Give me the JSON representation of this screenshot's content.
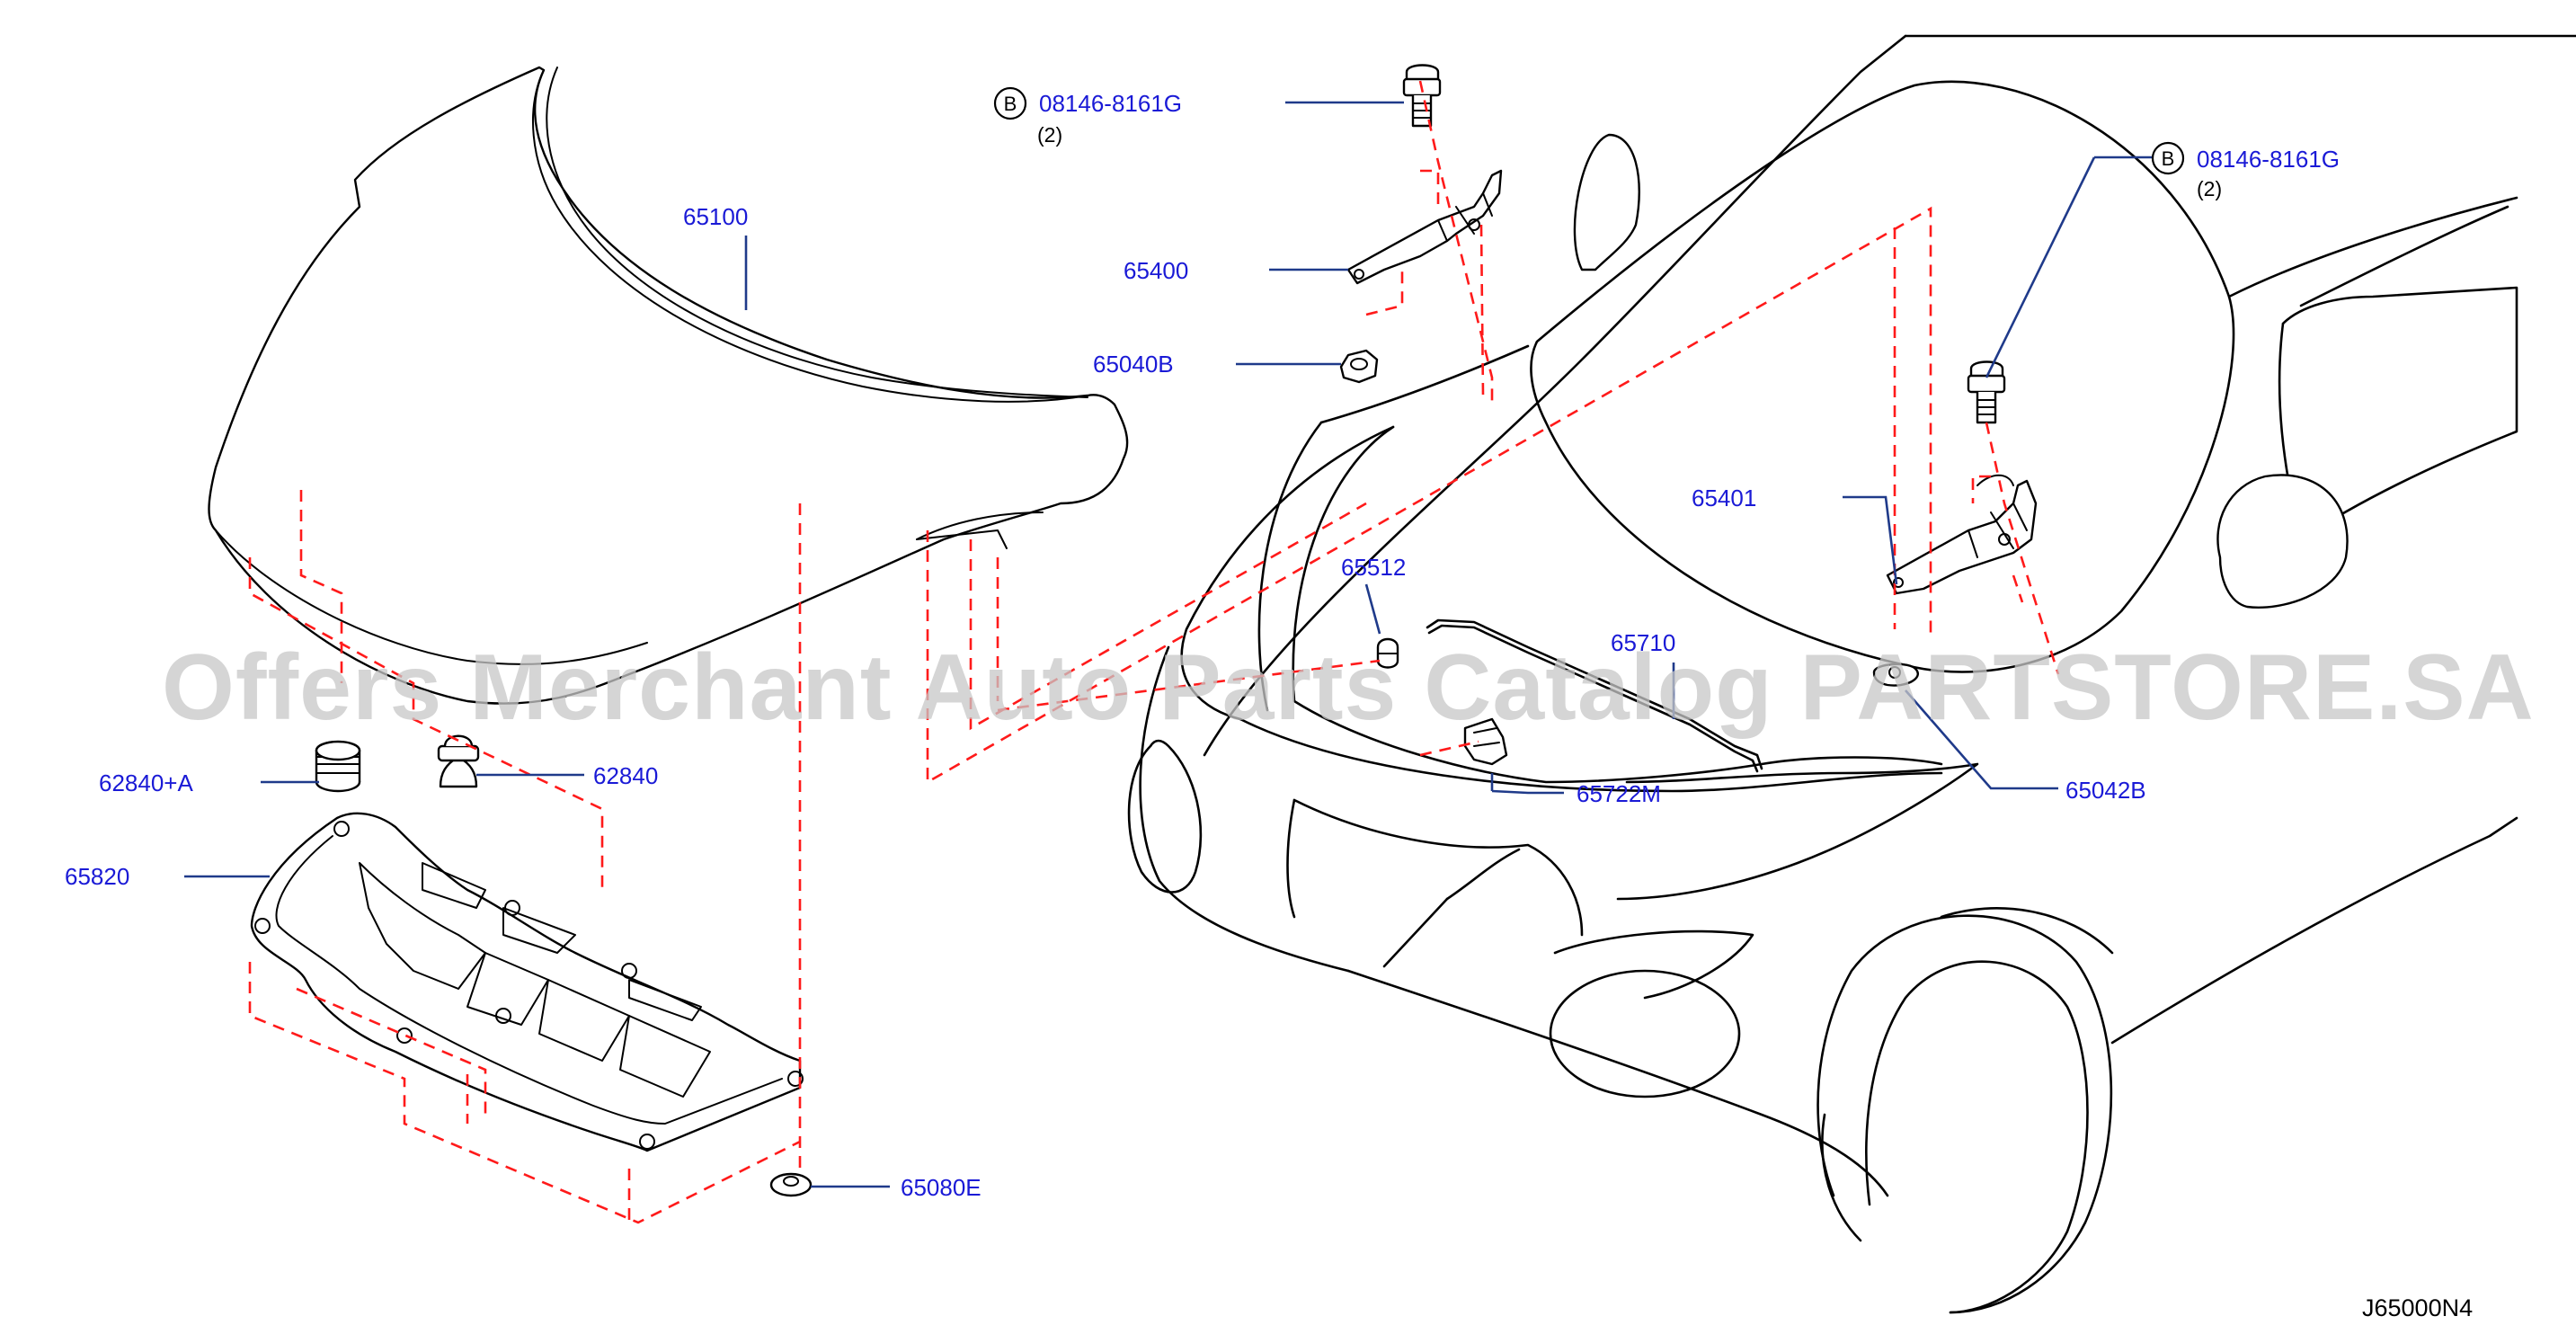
{
  "watermark": "Offers Merchant Auto Parts Catalog PARTSTORE.SA",
  "diagram_code": "J65000N4",
  "labels": {
    "p65100": "65100",
    "p65400": "65400",
    "p65040B": "65040B",
    "p65401": "65401",
    "p65512": "65512",
    "p65710": "65710",
    "p65722M": "65722M",
    "p65042B": "65042B",
    "p62840A": "62840+A",
    "p62840": "62840",
    "p65820": "65820",
    "p65080E": "65080E",
    "bolt_left": "08146-8161G",
    "bolt_right": "08146-8161G",
    "qty_left": "(2)",
    "qty_right": "(2)",
    "ref_left": "B",
    "ref_right": "B"
  },
  "colors": {
    "line": "#000000",
    "dashed_guides": "#ff1a1a",
    "leaders": "#1f3a8a",
    "part_numbers": "#1a1ad6",
    "watermark": "#c8c8c8"
  }
}
